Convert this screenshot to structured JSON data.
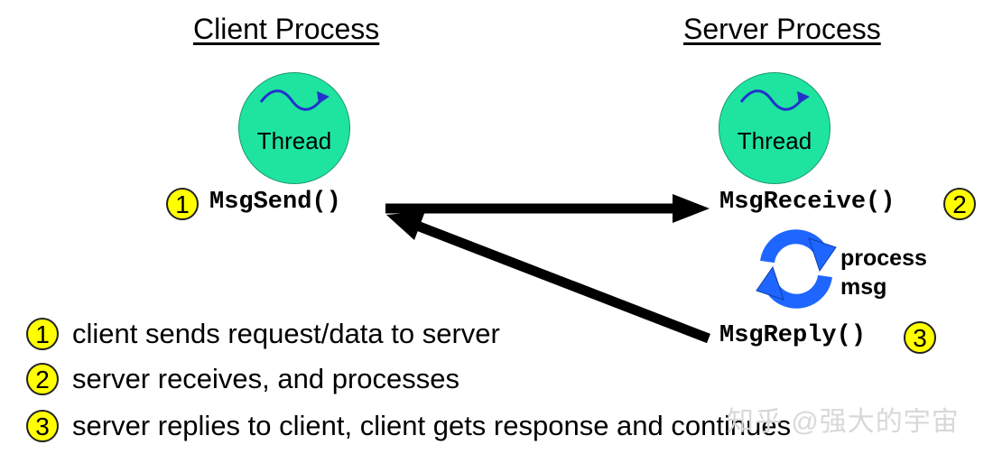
{
  "client": {
    "title": "Client Process",
    "thread_label": "Thread",
    "function": "MsgSend()",
    "badge": "1"
  },
  "server": {
    "title": "Server Process",
    "thread_label": "Thread",
    "receive_function": "MsgReceive()",
    "receive_badge": "2",
    "reply_function": "MsgReply()",
    "reply_badge": "3",
    "process_label_line1": "process",
    "process_label_line2": "msg"
  },
  "legend": [
    {
      "num": "1",
      "text": "client sends request/data to server"
    },
    {
      "num": "2",
      "text": "server receives, and processes"
    },
    {
      "num": "3",
      "text": "server replies to client, client gets response and continues"
    }
  ],
  "watermark": "知乎 @强大的宇宙",
  "colors": {
    "thread_fill": "#1fe4a0",
    "badge_fill": "#ffff00",
    "cycle_arrow": "#1e66ff",
    "wave": "#2233cc"
  }
}
